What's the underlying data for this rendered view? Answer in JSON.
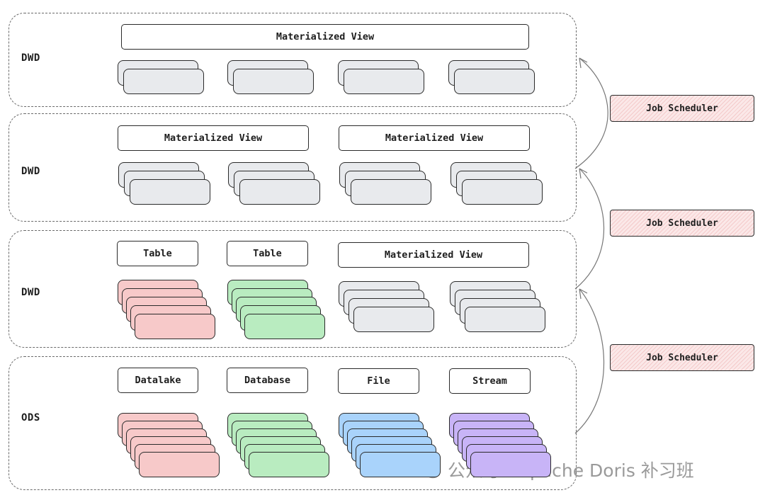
{
  "layers": [
    {
      "label": "DWD",
      "groups": [
        {
          "type": "label",
          "text": "Materialized View"
        },
        {
          "type": "cards",
          "count": 2,
          "color": "gray"
        },
        {
          "type": "cards",
          "count": 2,
          "color": "gray"
        },
        {
          "type": "cards",
          "count": 2,
          "color": "gray"
        },
        {
          "type": "cards",
          "count": 2,
          "color": "gray"
        }
      ]
    },
    {
      "label": "DWD",
      "groups": [
        {
          "type": "label",
          "text": "Materialized View"
        },
        {
          "type": "label",
          "text": "Materialized View"
        },
        {
          "type": "cards",
          "count": 3,
          "color": "gray"
        },
        {
          "type": "cards",
          "count": 3,
          "color": "gray"
        },
        {
          "type": "cards",
          "count": 3,
          "color": "gray"
        },
        {
          "type": "cards",
          "count": 3,
          "color": "gray"
        }
      ]
    },
    {
      "label": "DWD",
      "groups": [
        {
          "type": "label",
          "text": "Table"
        },
        {
          "type": "label",
          "text": "Table"
        },
        {
          "type": "label",
          "text": "Materialized View"
        },
        {
          "type": "cards",
          "count": 5,
          "color": "red"
        },
        {
          "type": "cards",
          "count": 5,
          "color": "green"
        },
        {
          "type": "cards",
          "count": 4,
          "color": "gray"
        },
        {
          "type": "cards",
          "count": 4,
          "color": "gray"
        }
      ]
    },
    {
      "label": "ODS",
      "groups": [
        {
          "type": "label",
          "text": "Datalake"
        },
        {
          "type": "label",
          "text": "Database"
        },
        {
          "type": "label",
          "text": "File"
        },
        {
          "type": "label",
          "text": "Stream"
        },
        {
          "type": "cards",
          "count": 6,
          "color": "red"
        },
        {
          "type": "cards",
          "count": 6,
          "color": "green"
        },
        {
          "type": "cards",
          "count": 6,
          "color": "blue"
        },
        {
          "type": "cards",
          "count": 6,
          "color": "purple"
        }
      ]
    }
  ],
  "schedulers": [
    "Job Scheduler",
    "Job Scheduler",
    "Job Scheduler"
  ],
  "colors": {
    "gray": "#e8eaed",
    "red": "#f7c9c9",
    "green": "#b9ecc0",
    "blue": "#a9d3fb",
    "purple": "#c8b4f7",
    "stroke": "#2a2a2a"
  },
  "watermark": {
    "icon": "wechat-icon",
    "text": "公众号 · Apache Doris 补习班"
  }
}
